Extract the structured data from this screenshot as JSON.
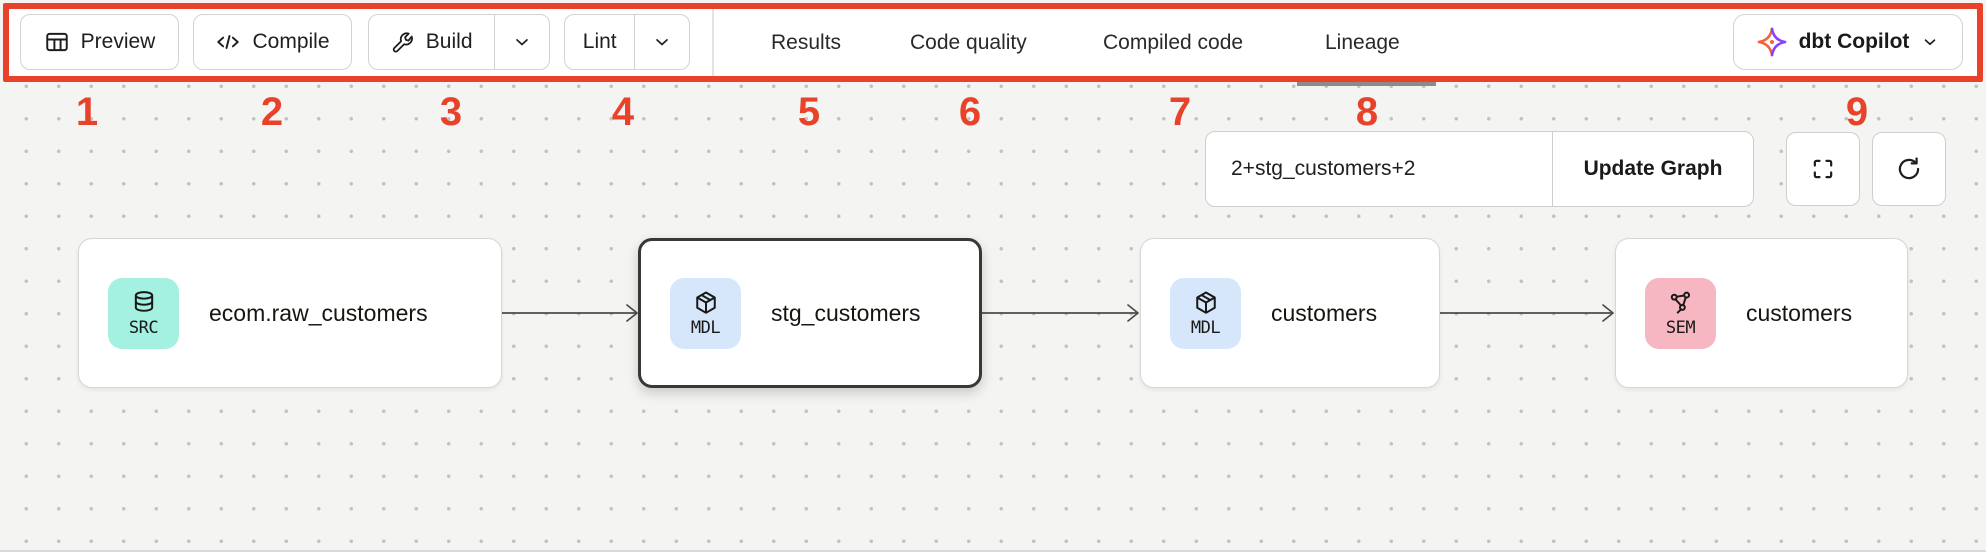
{
  "header": {
    "buttons": {
      "preview": "Preview",
      "compile": "Compile",
      "build": "Build",
      "lint": "Lint"
    },
    "tabs": [
      "Results",
      "Code quality",
      "Compiled code",
      "Lineage"
    ],
    "active_tab": "Lineage",
    "copilot_label": "dbt Copilot"
  },
  "annotations": {
    "color": "#E9422A",
    "numbers": [
      "1",
      "2",
      "3",
      "4",
      "5",
      "6",
      "7",
      "8",
      "9"
    ]
  },
  "graph_controls": {
    "selector_value": "2+stg_customers+2",
    "update_button_label": "Update Graph"
  },
  "lineage": {
    "nodes": [
      {
        "badge": "SRC",
        "badge_color": "#A4F1E1",
        "icon": "database-icon",
        "label": "ecom.raw_customers",
        "selected": false
      },
      {
        "badge": "MDL",
        "badge_color": "#D6E7FB",
        "icon": "cube-icon",
        "label": "stg_customers",
        "selected": true
      },
      {
        "badge": "MDL",
        "badge_color": "#D6E7FB",
        "icon": "cube-icon",
        "label": "customers",
        "selected": false
      },
      {
        "badge": "SEM",
        "badge_color": "#F6B7C3",
        "icon": "semantic-icon",
        "label": "customers",
        "selected": false
      }
    ]
  },
  "colors": {
    "annotation_red": "#E9422A",
    "canvas_bg": "#F4F4F2",
    "active_tab_underline": "#8C8B87"
  }
}
